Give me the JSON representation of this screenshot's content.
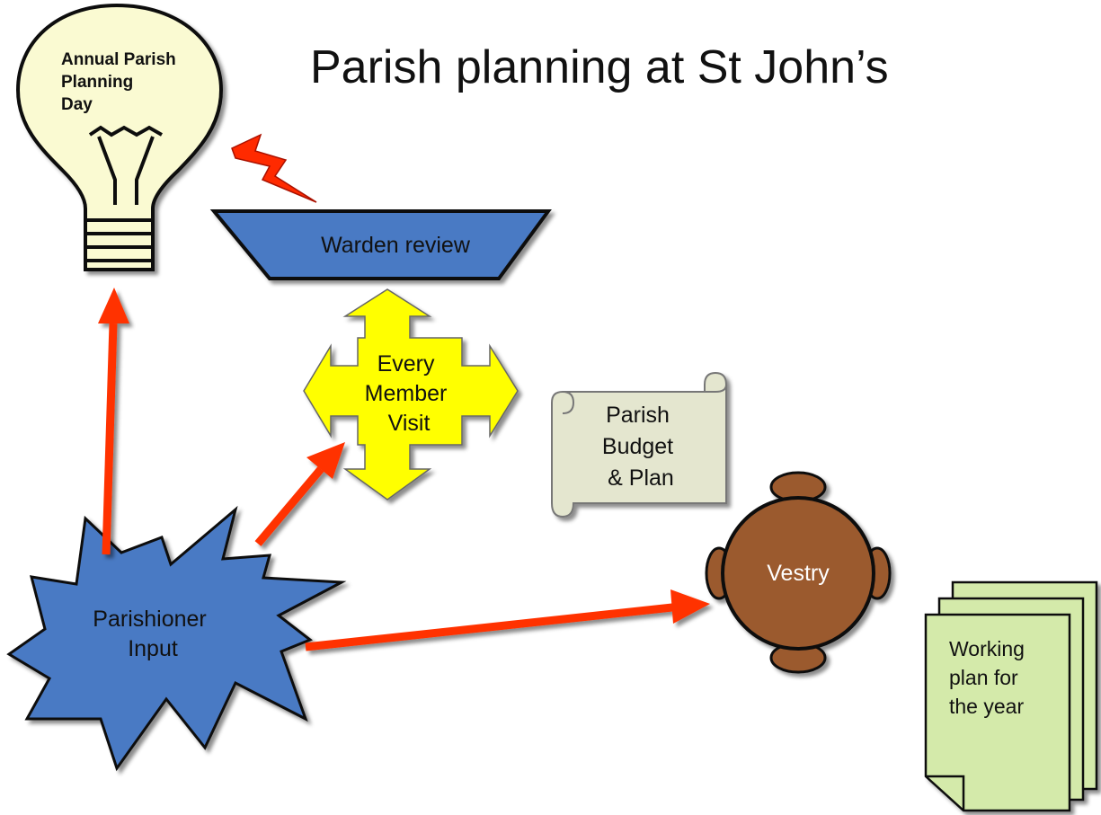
{
  "title": "Parish planning at St John’s",
  "nodes": {
    "bulb": {
      "lines": [
        "Annual Parish",
        "Planning",
        "Day"
      ]
    },
    "warden": {
      "label": "Warden review"
    },
    "every_member": {
      "lines": [
        "Every",
        "Member",
        "Visit"
      ]
    },
    "budget": {
      "lines": [
        "Parish",
        "Budget",
        "& Plan"
      ]
    },
    "vestry": {
      "label": "Vestry"
    },
    "parishioner": {
      "lines": [
        "Parishioner",
        "Input"
      ]
    },
    "working_plan": {
      "lines": [
        "Working",
        "plan for",
        "the year"
      ]
    }
  },
  "colors": {
    "arrow": "#ff3300",
    "blue_shape": "#4a7ac4",
    "yellow_cross": "#ffff00",
    "bulb_fill": "#fafad2",
    "scroll_fill": "#e4e6cf",
    "vestry_fill": "#9b5a2e",
    "doc_fill": "#d4eaaa"
  },
  "icons": {
    "lightning": "lightning-bolt-icon",
    "bulb": "light-bulb-icon"
  }
}
